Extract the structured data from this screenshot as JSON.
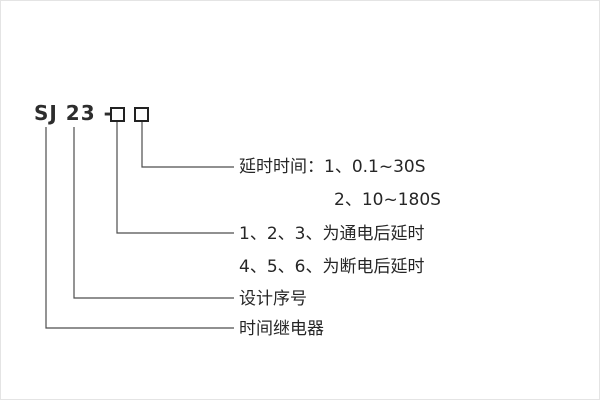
{
  "model": {
    "prefix": "SJ 23 -",
    "box_count": 2
  },
  "annotations": {
    "delay_time_line1": "延时时间：1、0.1~30S",
    "delay_time_line2": "2、10~180S",
    "power_on_delay": "1、2、3、为通电后延时",
    "power_off_delay": "4、5、6、为断电后延时",
    "design_serial": "设计序号",
    "relay_name": "时间继电器"
  },
  "colors": {
    "text": "#262626",
    "line": "#4d4d4d",
    "background": "#ffffff"
  }
}
